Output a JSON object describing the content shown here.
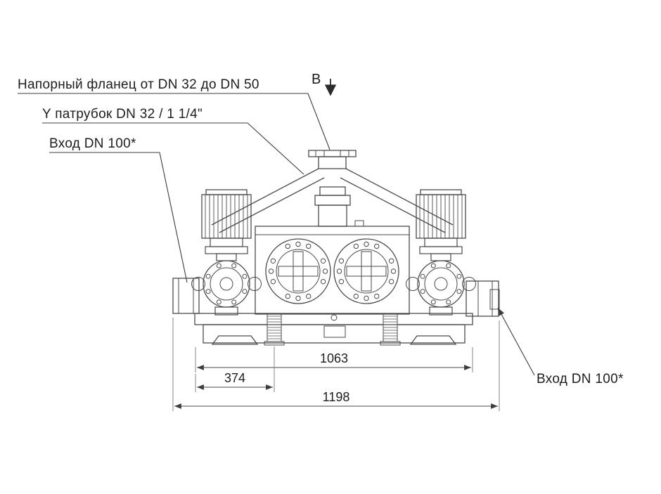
{
  "drawing": {
    "callouts": {
      "discharge_flange": "Напорный фланец от DN 32 до DN 50",
      "y_branch": "Y патрубок  DN 32 / 1 1/4\"",
      "inlet_left": "Вход  DN 100*",
      "inlet_right": "Вход  DN 100*"
    },
    "view_marker": "В",
    "dimensions": {
      "inner_width": "1063",
      "left_offset": "374",
      "total_width": "1198"
    },
    "colors": {
      "line": "#4a4a4a",
      "text": "#1d1d1d",
      "background": "#ffffff"
    }
  }
}
